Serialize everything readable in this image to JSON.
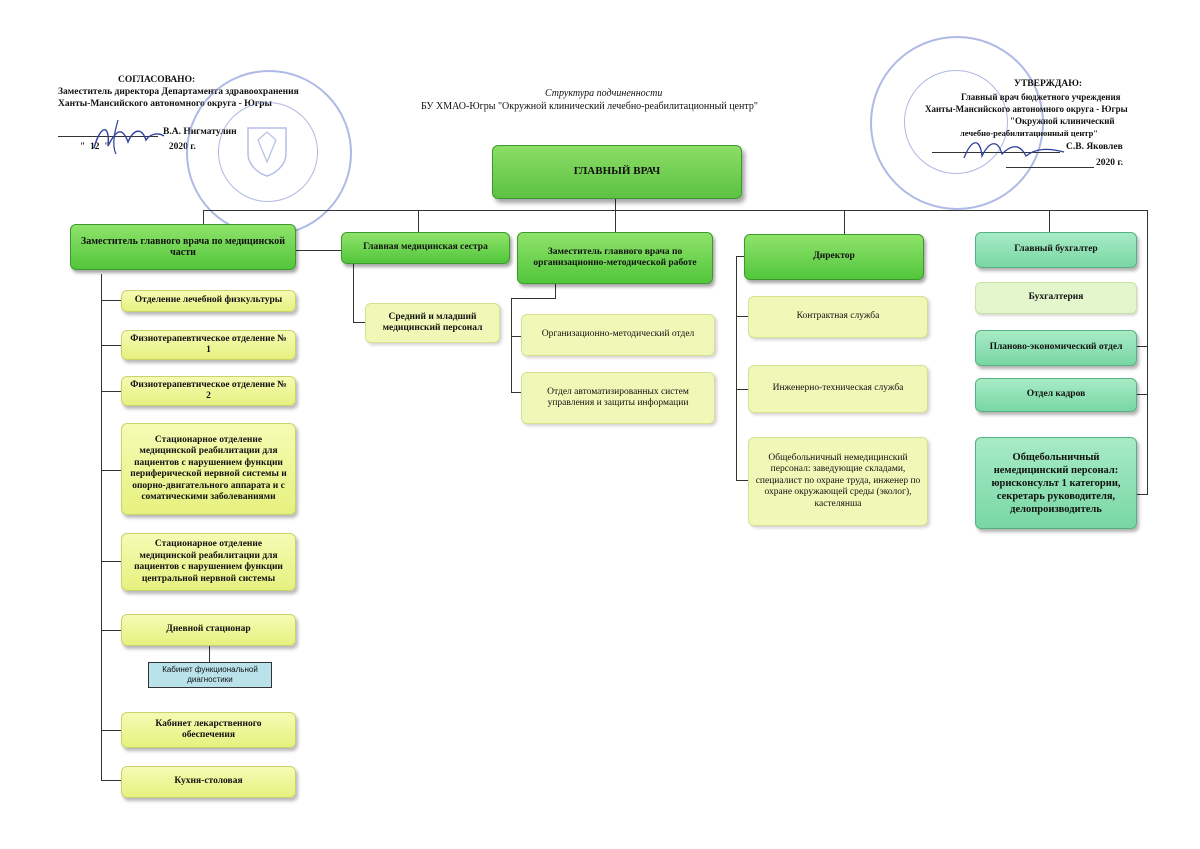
{
  "approved_left": {
    "heading": "СОГЛАСОВАНО:",
    "line1": "Заместитель директора Департамента здравоохранения",
    "line2": "Ханты-Мансийского автономного округа - Югры",
    "signer": "В.А. Нигматулин",
    "date": "\"  12  \"                         2020 г."
  },
  "title": {
    "line1": "Структура подчиненности",
    "line2": "БУ ХМАО-Югры \"Окружной клинический лечебно-реабилитационный центр\""
  },
  "approved_right": {
    "heading": "УТВЕРЖДАЮ:",
    "line1": "Главный врач бюджетного учреждения",
    "line2": "Ханты-Мансийского автономного округа - Югры",
    "line3": "\"Окружной клинический",
    "line4": "лечебно-реабилитационный центр\"",
    "signer": "С.В. Яковлев",
    "date": "2020 г."
  },
  "chart": {
    "root": "ГЛАВНЫЙ  ВРАЧ",
    "col1": {
      "head": "Заместитель главного врача по медицинской части",
      "items": [
        "Отделение лечебной физкультуры",
        "Физиотерапевтическое отделение № 1",
        "Физиотерапевтическое отделение № 2",
        "Стационарное отделение медицинской реабилитации для пациентов с нарушением функции периферической нервной системы и опорно-двигательного аппарата и с соматическими заболеваниями",
        "Стационарное отделение медицинской реабилитации для пациентов с нарушением функции центральной нервной системы",
        "Дневной стационар",
        "Кабинет лекарственного обеспечения",
        "Кухня-столовая"
      ],
      "sub_item": "Кабинет функциональной диагностики"
    },
    "col2": {
      "head": "Главная медицинская сестра",
      "items": [
        "Средний и младший медицинский персонал"
      ]
    },
    "col3": {
      "head": "Заместитель главного врача по организационно-методической работе",
      "items": [
        "Организационно-методический отдел",
        "Отдел автоматизированных систем управления и защиты информации"
      ]
    },
    "col4": {
      "head": "Директор",
      "items": [
        "Контрактная служба",
        "Инженерно-техническая служба",
        "Общебольничный немедицинский персонал: заведующие складами, специалист по охране труда, инженер по охране окружающей среды (эколог), кастелянша"
      ]
    },
    "col5": {
      "head": "Главный бухгалтер",
      "items": [
        "Бухгалтерия",
        "Планово-экономический отдел",
        "Отдел кадров",
        "Общебольничный немедицинский персонал: юрисконсульт 1 категории, секретарь руководителя, делопроизводитель"
      ]
    }
  }
}
